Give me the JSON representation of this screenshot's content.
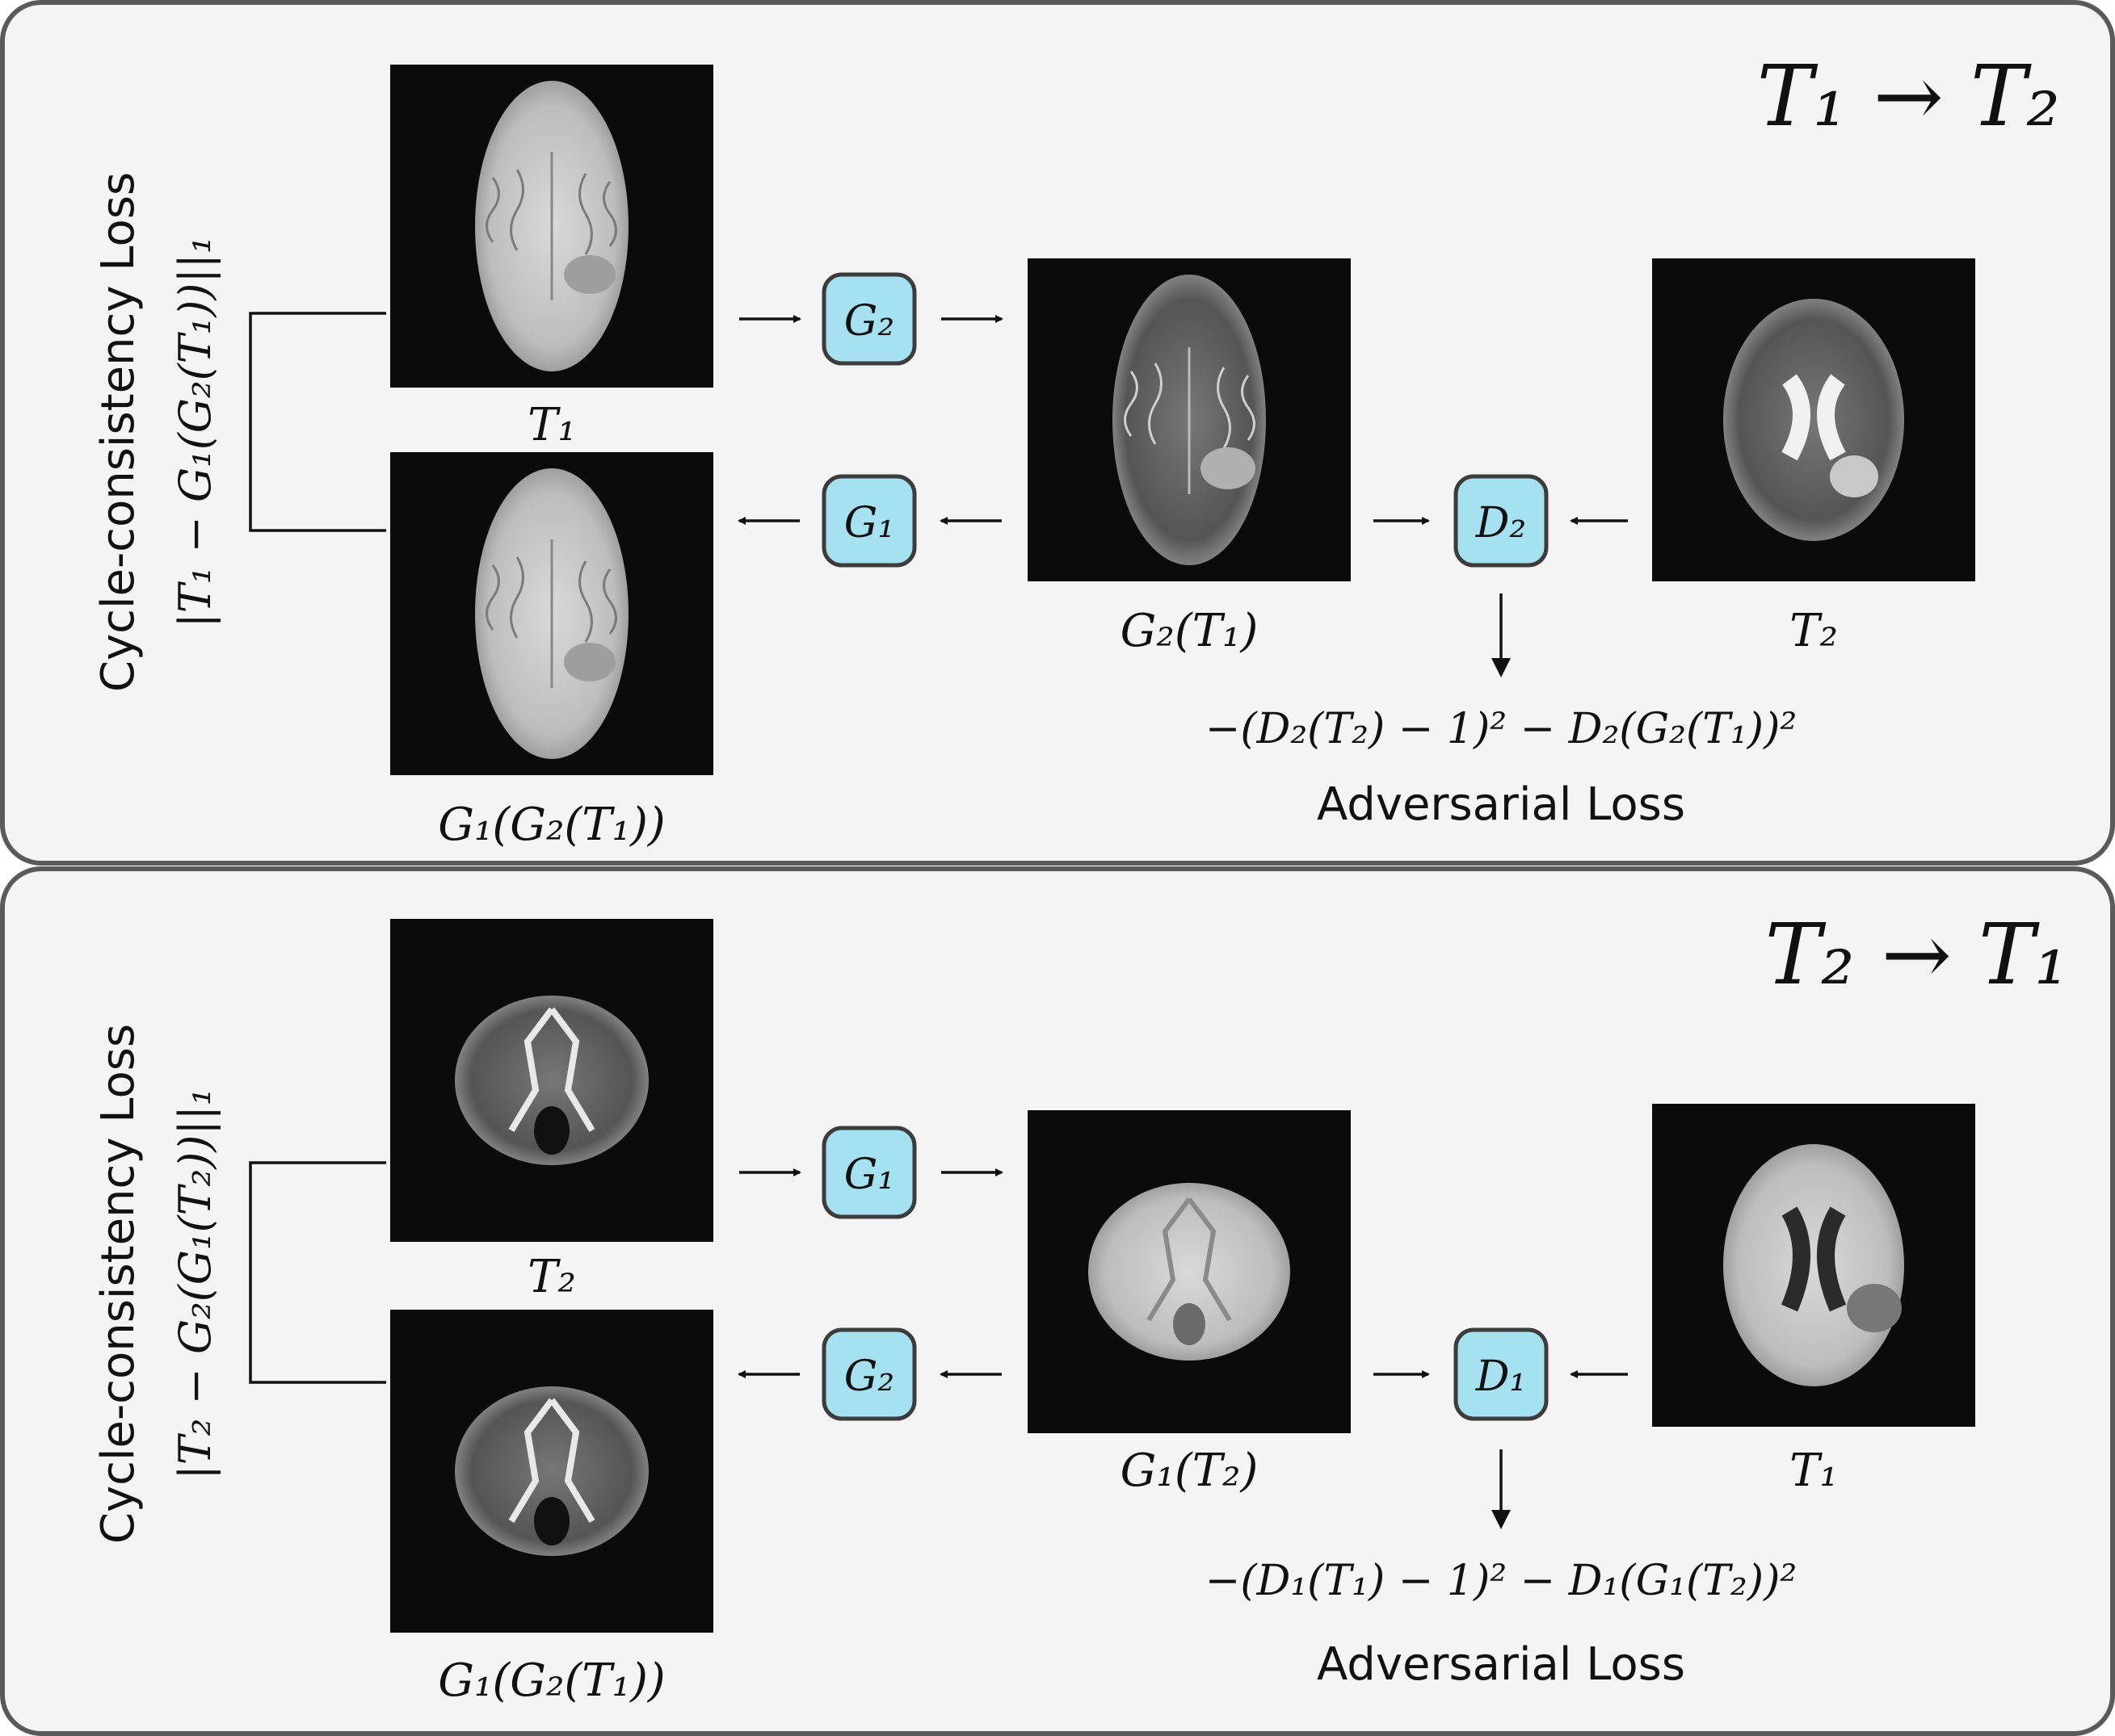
{
  "panels": [
    {
      "title": "T₁ → T₂",
      "cycle_loss_label": "Cycle-consistency Loss",
      "cycle_loss_formula": "|T₁ − G₁(G₂(T₁))||₁",
      "input_label": "T₁",
      "reconstruction_label": "G₁(G₂(T₁))",
      "generated_label": "G₂(T₁)",
      "real_target_label": "T₂",
      "forward_generator": "G₂",
      "backward_generator": "G₁",
      "discriminator": "D₂",
      "adversarial_formula": "−(D₂(T₂) − 1)² − D₂(G₂(T₁))²",
      "adversarial_loss_label": "Adversarial Loss"
    },
    {
      "title": "T₂ → T₁",
      "cycle_loss_label": "Cycle-consistency Loss",
      "cycle_loss_formula": "|T₂ − G₂(G₁(T₂))||₁",
      "input_label": "T₂",
      "reconstruction_label": "G₁(G₂(T₁))",
      "generated_label": "G₁(T₂)",
      "real_target_label": "T₁",
      "forward_generator": "G₁",
      "backward_generator": "G₂",
      "discriminator": "D₁",
      "adversarial_formula": "−(D₁(T₁) − 1)² − D₁(G₁(T₂))²",
      "adversarial_loss_label": "Adversarial Loss"
    }
  ],
  "colors": {
    "panel_background": "#f4f4f4",
    "panel_border": "#5a5a5a",
    "network_box": "#a6e1f2",
    "scan_background": "#0b0b0b",
    "t1_tissue": "#bdbdbd",
    "t2_tissue": "#5a5a5a"
  }
}
